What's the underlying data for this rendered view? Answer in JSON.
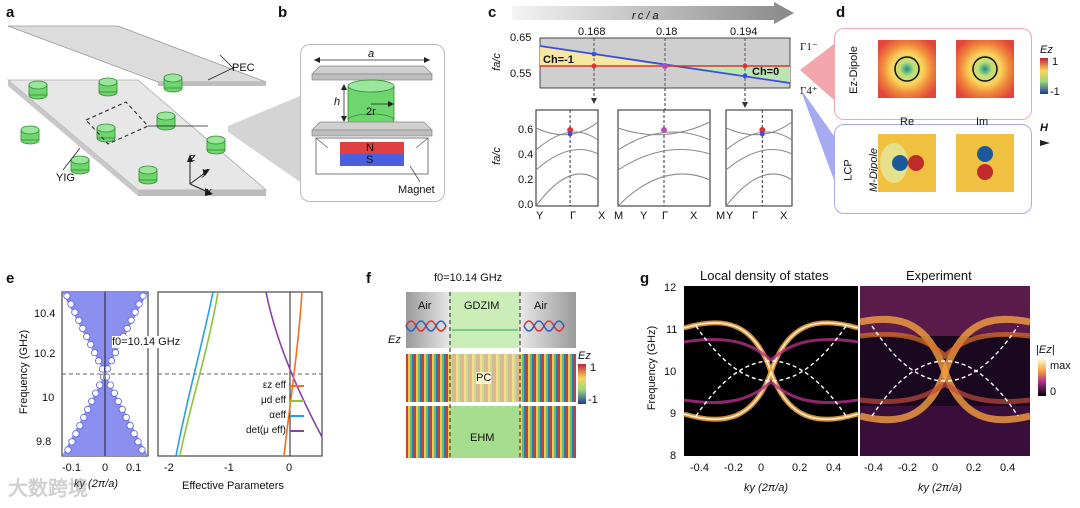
{
  "panels": {
    "a": {
      "label": "a",
      "texts": {
        "pec": "PEC",
        "yig": "YIG",
        "axis_z": "z",
        "axis_y": "y",
        "axis_x": "x"
      }
    },
    "b": {
      "label": "b",
      "texts": {
        "a": "a",
        "h": "h",
        "r2": "2r",
        "n": "N",
        "s": "S",
        "magnet": "Magnet"
      }
    },
    "c": {
      "label": "c",
      "top_axis": "r c / a",
      "marks": [
        "0.168",
        "0.18",
        "0.194"
      ],
      "yaxis": "fa/c",
      "yticks_top": [
        "0.65",
        "0.55"
      ],
      "ch_left": "Ch=-1",
      "ch_right": "Ch=0",
      "gamma1": "Γ1⁻",
      "gamma4": "Γ4⁺",
      "yticks_bands": [
        "0.6",
        "0.4",
        "0.2",
        "0.0"
      ],
      "xticks": [
        "Y",
        "Γ",
        "X",
        "M",
        "Y",
        "Γ",
        "X",
        "M",
        "Y",
        "Γ",
        "X"
      ]
    },
    "d": {
      "label": "d",
      "ez_dipole": "Ez-Dipole",
      "lcp": "LCP",
      "m_dipole": "M-Dipole",
      "re": "Re",
      "im": "Im",
      "h": "H",
      "cbar_title": "Ez",
      "cbar_max": "1",
      "cbar_min": "-1"
    },
    "e": {
      "label": "e",
      "ylabel": "Frequency (GHz)",
      "yticks": [
        "10.4",
        "10.2",
        "10",
        "9.8"
      ],
      "xticks_left": [
        "-0.1",
        "0",
        "0.1"
      ],
      "xlabel_left": "ky (2π/a)",
      "xticks_right": [
        "-2",
        "-1",
        "0"
      ],
      "xlabel_right": "Effective Parameters",
      "f0": "f0=10.14 GHz",
      "legend": [
        "εz eff",
        "μd eff",
        "αeff",
        "det(μ eff)"
      ],
      "legend_colors": [
        "#f07020",
        "#8cc43c",
        "#27a0e0",
        "#8a3fa8"
      ]
    },
    "f": {
      "label": "f",
      "title": "f0=10.14 GHz",
      "air_left": "Air",
      "gdzim": "GDZIM",
      "air_right": "Air",
      "ez": "Ez",
      "pc": "PC",
      "ehm": "EHM",
      "cbar_title": "Ez",
      "cbar_max": "1",
      "cbar_min": "-1"
    },
    "g": {
      "label": "g",
      "title_left": "Local density of states",
      "title_right": "Experiment",
      "ylabel": "Frequency (GHz)",
      "yticks": [
        "12",
        "11",
        "10",
        "9",
        "8"
      ],
      "xticks": [
        "-0.4",
        "-0.2",
        "0",
        "0.2",
        "0.4"
      ],
      "xlabel": "ky (2π/a)",
      "cbar_title": "|Ez|",
      "cbar_max": "max",
      "cbar_min": "0"
    }
  },
  "watermark": "大数跨境"
}
